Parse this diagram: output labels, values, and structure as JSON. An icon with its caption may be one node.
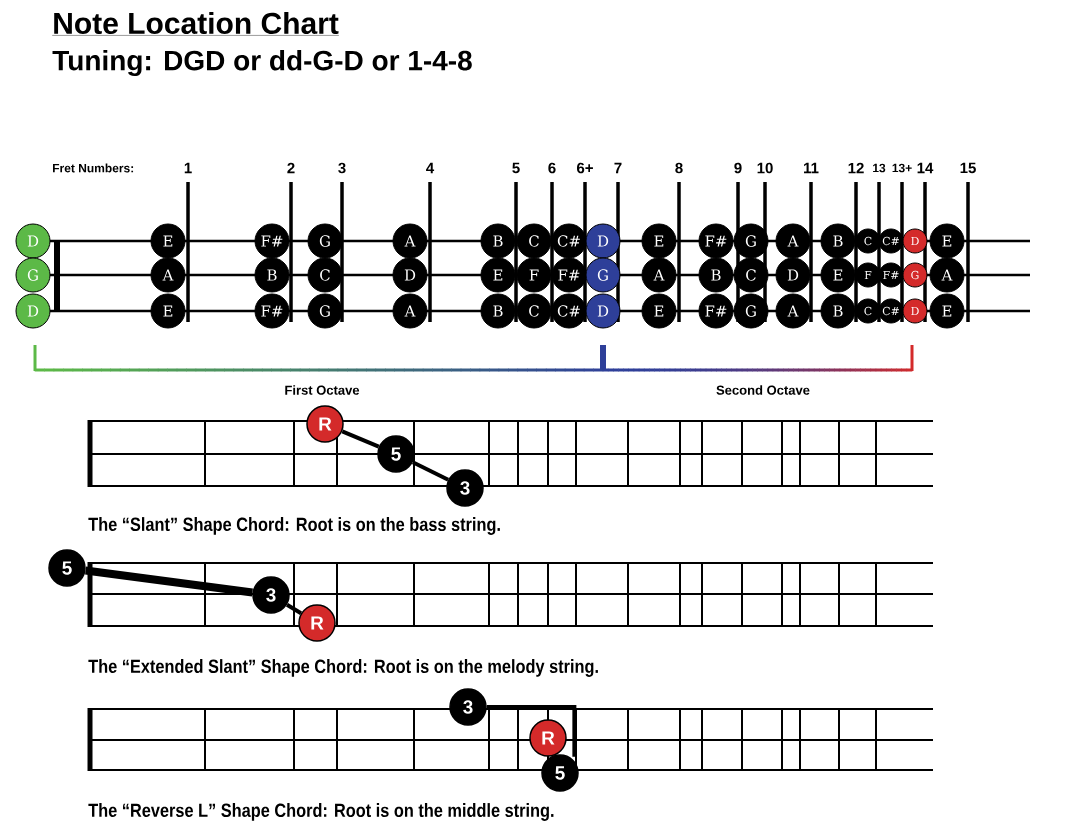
{
  "diagram": {
    "title": "Note Location Chart",
    "nodes": [
      {
        "text": [
          "D"
        ]
      },
      {
        "text": [
          "G"
        ]
      },
      {
        "text": [
          "D"
        ]
      },
      {
        "text": [
          "E"
        ]
      },
      {
        "text": [
          "A"
        ]
      },
      {
        "text": [
          "E"
        ]
      },
      {
        "text": [
          "F#"
        ]
      },
      {
        "text": [
          "B"
        ]
      },
      {
        "text": [
          "F#"
        ]
      },
      {
        "text": [
          "G"
        ]
      },
      {
        "text": [
          "C"
        ]
      },
      {
        "text": [
          "G"
        ]
      },
      {
        "text": [
          "A"
        ]
      },
      {
        "text": [
          "D"
        ]
      },
      {
        "text": [
          "A"
        ]
      },
      {
        "text": [
          "B"
        ]
      },
      {
        "text": [
          "E"
        ]
      },
      {
        "text": [
          "B"
        ]
      },
      {
        "text": [
          "C"
        ]
      },
      {
        "text": [
          "F"
        ]
      },
      {
        "text": [
          "C"
        ]
      },
      {
        "text": [
          "C#"
        ]
      },
      {
        "text": [
          "F#"
        ]
      },
      {
        "text": [
          "C#"
        ]
      },
      {
        "text": [
          "D"
        ]
      },
      {
        "text": [
          "G"
        ]
      },
      {
        "text": [
          "D"
        ]
      },
      {
        "text": [
          "E"
        ]
      },
      {
        "text": [
          "A"
        ]
      },
      {
        "text": [
          "E"
        ]
      },
      {
        "text": [
          "F#"
        ]
      },
      {
        "text": [
          "B"
        ]
      },
      {
        "text": [
          "F#"
        ]
      },
      {
        "text": [
          "G"
        ]
      },
      {
        "text": [
          "C"
        ]
      },
      {
        "text": [
          "G"
        ]
      },
      {
        "text": [
          "A"
        ]
      },
      {
        "text": [
          "D"
        ]
      },
      {
        "text": [
          "A"
        ]
      },
      {
        "text": [
          "B"
        ]
      },
      {
        "text": [
          "E"
        ]
      },
      {
        "text": [
          "B"
        ]
      },
      {
        "text": [
          "C"
        ]
      },
      {
        "text": [
          "F"
        ]
      },
      {
        "text": [
          "C"
        ]
      },
      {
        "text": [
          "C#"
        ]
      },
      {
        "text": [
          "F#"
        ]
      },
      {
        "text": [
          "C#"
        ]
      },
      {
        "text": [
          "D"
        ]
      },
      {
        "text": [
          "G"
        ]
      },
      {
        "text": [
          "D"
        ]
      },
      {
        "text": [
          "E"
        ]
      },
      {
        "text": [
          "A"
        ]
      },
      {
        "text": [
          "E"
        ]
      },
      {
        "text": [
          "R"
        ]
      },
      {
        "text": [
          "5"
        ]
      },
      {
        "text": [
          "3"
        ]
      },
      {
        "text": [
          "5"
        ]
      },
      {
        "text": [
          "3"
        ]
      },
      {
        "text": [
          "R"
        ]
      },
      {
        "text": [
          "3"
        ]
      },
      {
        "text": [
          "R"
        ]
      },
      {
        "text": [
          "5"
        ]
      }
    ],
    "edges": [
      {
        "from": 54,
        "to": 55,
        "arrow": "none"
      },
      {
        "from": 55,
        "to": 56,
        "arrow": "none"
      },
      {
        "from": 57,
        "to": 58,
        "arrow": "none",
        "style": "thick"
      },
      {
        "from": 58,
        "to": 59,
        "arrow": "none"
      },
      {
        "from": 60,
        "to": 62,
        "arrow": "none"
      }
    ],
    "labels": [
      "Tuning: DGD or dd-G-D or 1-4-8",
      "Fret Numbers:",
      "1",
      "2",
      "3",
      "4",
      "5",
      "6",
      "6+",
      "7",
      "8",
      "9",
      "10",
      "11",
      "12",
      "13",
      "13+",
      "14",
      "15",
      "First Octave",
      "Second Octave",
      "The “Slant” Shape Chord: Root is on the bass string.",
      "The “Extended Slant” Shape Chord: Root is on the melody string.",
      "The “Reverse L” Shape Chord: Root is on the middle string."
    ]
  }
}
